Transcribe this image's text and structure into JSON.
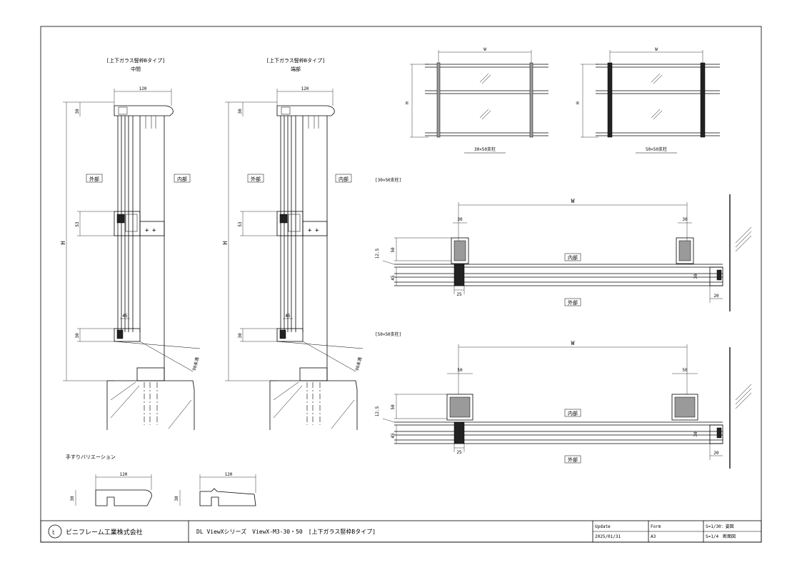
{
  "section_front_middle": {
    "title": "[上下ガラス竪枠Bタイプ]",
    "subtitle": "中間"
  },
  "section_front_end": {
    "title": "[上下ガラス竪枠Bタイプ]",
    "subtitle": "端部"
  },
  "labels": {
    "outside": "外部",
    "inside": "内部"
  },
  "dims": {
    "w120": "120",
    "d30": "30",
    "d53": "53",
    "d45": "45",
    "H": "H",
    "min90": "90未満",
    "W": "W",
    "d12_5": "12.5",
    "d50": "50",
    "d25": "25",
    "d20": "20"
  },
  "elevation": {
    "left_caption": "30×50支柱",
    "right_caption": "50×50支柱",
    "W": "W",
    "H": "H"
  },
  "plan_30": {
    "title": "[30×50支柱]"
  },
  "plan_50": {
    "title": "[50×50支柱]"
  },
  "handrail": {
    "title": "手すりバリエーション"
  },
  "title_block": {
    "company": "ビニフレーム工業株式会社",
    "drawing_title": "DL ViewXシリーズ　ViewX-M3-30・50　[上下ガラス竪枠Bタイプ]",
    "update_label": "Update",
    "update_value": "2025/01/31",
    "form_label": "Form",
    "form_value": "A3",
    "scale1": "S=1/30：姿図",
    "scale2": "S=1/4　断面図"
  }
}
